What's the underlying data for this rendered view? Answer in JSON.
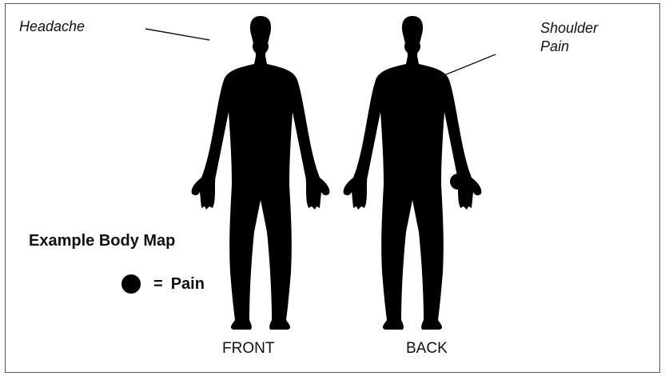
{
  "callouts": {
    "headache": "Headache",
    "shoulder_line1": "Shoulder",
    "shoulder_line2": "Pain"
  },
  "title": "Example Body Map",
  "legend": {
    "icon": "filled-circle",
    "equals": "=",
    "label": "Pain"
  },
  "figures": {
    "front_label": "FRONT",
    "back_label": "BACK"
  },
  "colors": {
    "pain_marker": "#000000",
    "outline": "#111111",
    "frame": "#555555"
  }
}
